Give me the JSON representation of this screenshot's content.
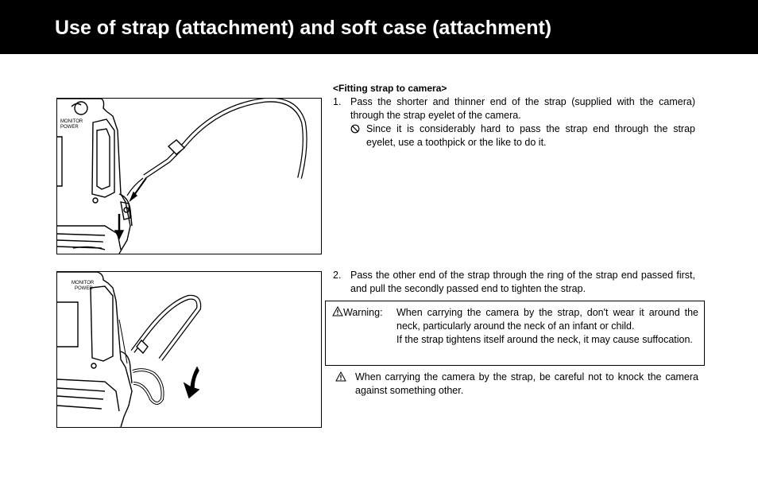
{
  "page": {
    "title": "Use of strap (attachment) and soft case (attachment)"
  },
  "section": {
    "heading": "<Fitting strap to camera>",
    "steps": [
      {
        "number": "1.",
        "text": "Pass the shorter and thinner end of the strap (supplied with the camera) through the strap eyelet of the camera.",
        "note": "Since it is considerably hard to pass the strap end through the strap eyelet, use a toothpick or the like to do it."
      },
      {
        "number": "2.",
        "text": "Pass the other end of the strap through the ring of the strap end passed first, and pull the secondly passed end to tighten the strap."
      }
    ],
    "warning": {
      "label": "Warning:",
      "lines": [
        "When carrying the camera by the strap, don't wear it around the neck, particularly around the neck of an infant or child.",
        "If the strap tightens itself around the neck, it may cause suffocation."
      ]
    },
    "caution": "When carrying the camera by the strap, be careful not to knock the camera against something other."
  },
  "figures": {
    "fig1_labels": [
      "MONITOR",
      "POWER"
    ],
    "fig2_labels": [
      "MONITOR",
      "POWER"
    ]
  },
  "icons": {
    "prohibition": "prohibition-icon",
    "warning": "warning-triangle-icon"
  }
}
